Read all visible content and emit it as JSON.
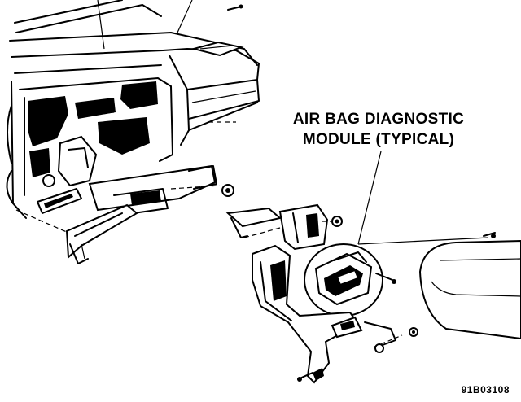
{
  "callout": {
    "line1": "AIR BAG DIAGNOSTIC",
    "line2": "MODULE (TYPICAL)"
  },
  "figure_code": "91B03108"
}
